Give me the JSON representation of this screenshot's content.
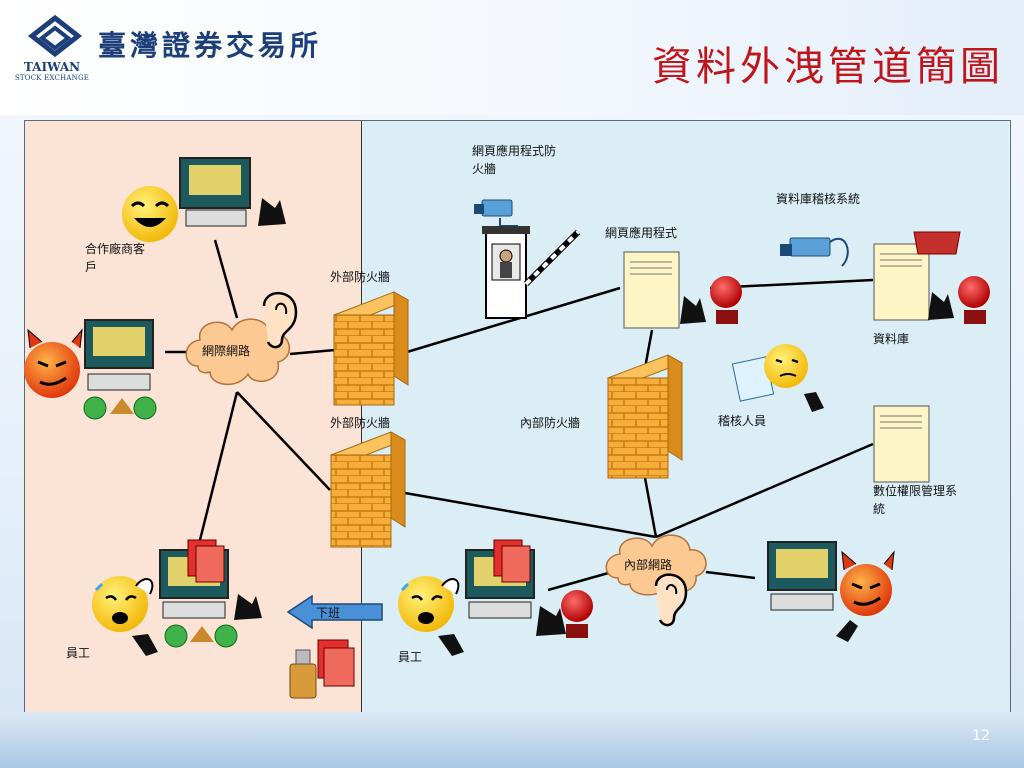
{
  "header": {
    "brand": "臺灣證券交易所",
    "logo_caption": "TAIWAN",
    "logo_sub": "STOCK EXCHANGE"
  },
  "title": "資料外洩管道簡圖",
  "labels": {
    "partner": "合作廠商客戶",
    "internet": "網際網路",
    "ext_fw_top": "外部防火牆",
    "ext_fw_bottom": "外部防火牆",
    "waf": "網頁應用程式防火牆",
    "webapp": "網頁應用程式",
    "db_audit": "資料庫稽核系統",
    "database": "資料庫",
    "int_fw": "內部防火牆",
    "auditor": "稽核人員",
    "drm": "數位權限管理系統",
    "intranet": "內部網路",
    "employee_left": "員工",
    "employee_right": "員工",
    "off_work": "下班"
  },
  "colors": {
    "title": "#c0151b",
    "left_panel": "#fbe4d6",
    "right_panel": "#dbeef6",
    "firewall": "#f5a623",
    "cloud": "#fcc993"
  },
  "page_number": "12"
}
